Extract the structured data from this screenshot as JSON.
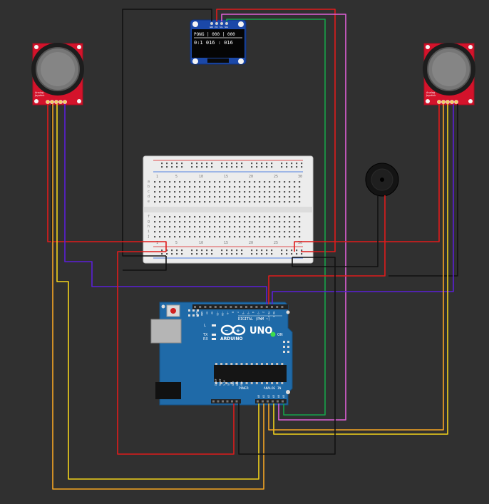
{
  "oled": {
    "pins": [
      "GND",
      "VCC",
      "SCL",
      "SDA"
    ],
    "line1": "PONG | 000 | 000",
    "line2": "0:1 016 : 016"
  },
  "breadboard": {
    "col_numbers": [
      "1",
      "5",
      "10",
      "15",
      "20",
      "25",
      "30"
    ],
    "row_letters_top": [
      "a",
      "b",
      "c",
      "d",
      "e"
    ],
    "row_letters_bottom": [
      "f",
      "g",
      "h",
      "i",
      "j"
    ]
  },
  "joystick_left": {
    "caption_line1": "Analog",
    "caption_line2": "Joystick"
  },
  "joystick_right": {
    "caption_line1": "Analog",
    "caption_line2": "Joystick"
  },
  "arduino": {
    "brand": "ARDUINO",
    "model": "UNO",
    "on_label": "ON",
    "tx_label": "TX",
    "rx_label": "RX",
    "l_label": "L",
    "digital_label": "DIGITAL (PWM ~)",
    "power_label": "POWER",
    "analog_label": "ANALOG IN",
    "power_pins": [
      "IOREF",
      "RESET",
      "3.3V",
      "5V",
      "GND",
      "GND",
      "Vin"
    ],
    "analog_pins": [
      "A0",
      "A1",
      "A2",
      "A3",
      "A4",
      "A5"
    ],
    "digital_pins": [
      "AREF",
      "GND",
      "13",
      "12",
      "~11",
      "~10",
      "~9",
      "8",
      "7",
      "~6",
      "~5",
      "4",
      "~3",
      "2",
      "TX 1",
      "RX 0"
    ]
  },
  "colors": {
    "background": "#303030",
    "wire_red": "#e01b1b",
    "wire_black": "#111111",
    "wire_green": "#16a34a",
    "wire_pink": "#e060d8",
    "wire_purple": "#5b1fd8",
    "wire_yellow": "#f2d21b",
    "wire_orange": "#f5a623",
    "arduino_blue": "#1f6aa8",
    "joystick_red": "#d4132b"
  }
}
